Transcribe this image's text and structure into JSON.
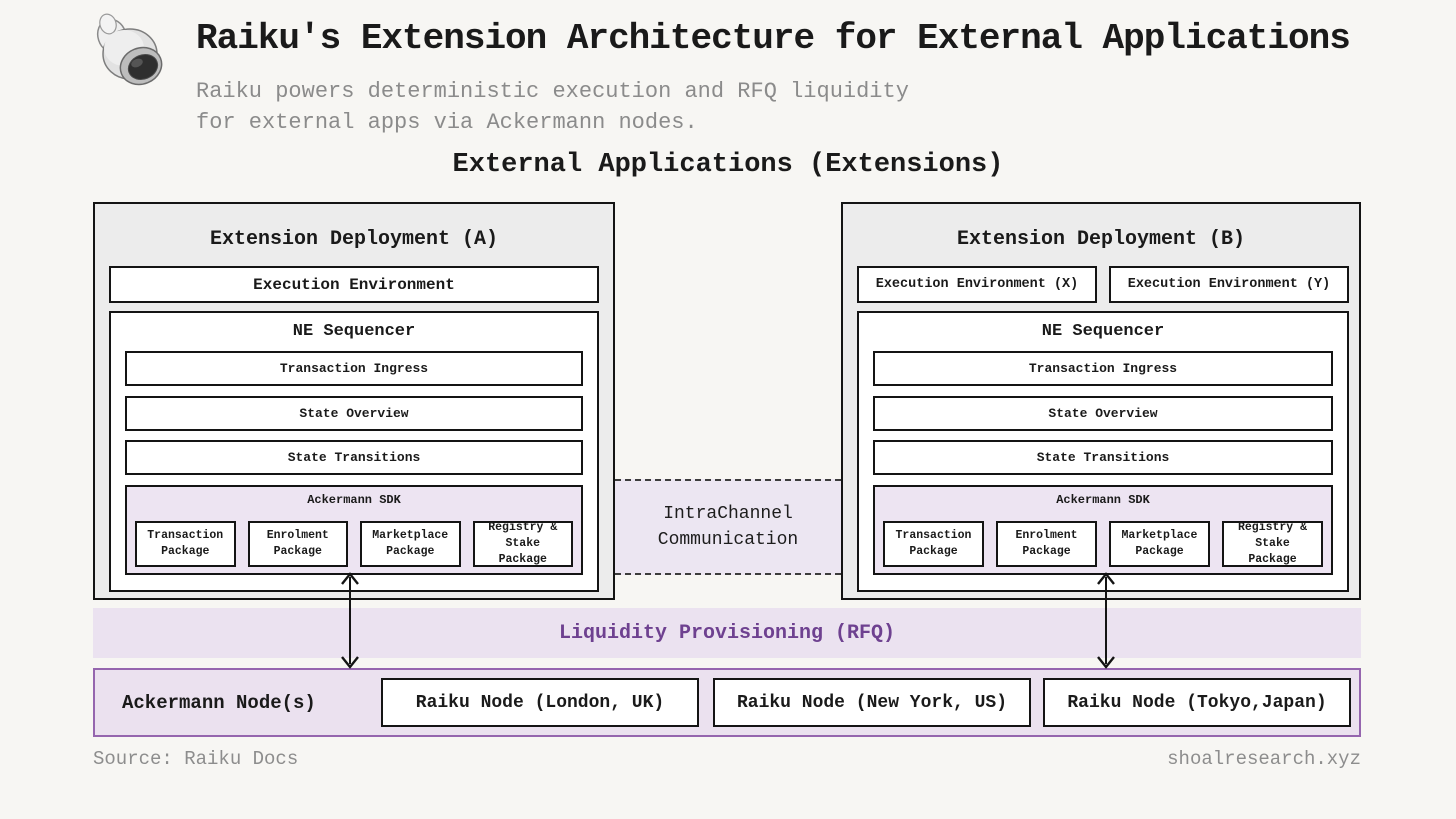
{
  "header": {
    "logo": "shell-logo",
    "title": "Raiku's Extension Architecture for External Applications",
    "subtitle": "Raiku powers deterministic execution and RFQ liquidity\nfor external apps via Ackermann nodes."
  },
  "section_heading": "External Applications (Extensions)",
  "deployments": [
    {
      "title": "Extension Deployment (A)",
      "execution_environments": [
        "Execution Environment"
      ],
      "sequencer": {
        "title": "NE Sequencer",
        "rows": [
          "Transaction Ingress",
          "State Overview",
          "State Transitions"
        ],
        "sdk": {
          "title": "Ackermann SDK",
          "packages": [
            "Transaction Package",
            "Enrolment Package",
            "Marketplace Package",
            "Registry & Stake Package"
          ]
        }
      }
    },
    {
      "title": "Extension Deployment (B)",
      "execution_environments": [
        "Execution Environment (X)",
        "Execution Environment (Y)"
      ],
      "sequencer": {
        "title": "NE Sequencer",
        "rows": [
          "Transaction Ingress",
          "State Overview",
          "State Transitions"
        ],
        "sdk": {
          "title": "Ackermann SDK",
          "packages": [
            "Transaction Package",
            "Enrolment Package",
            "Marketplace Package",
            "Registry & Stake Package"
          ]
        }
      }
    }
  ],
  "intrachannel": {
    "line1": "IntraChannel",
    "line2": "Communication"
  },
  "liquidity_band": {
    "label": "Liquidity Provisioning (RFQ)"
  },
  "node_row": {
    "label": "Ackermann Node(s)",
    "nodes": [
      "Raiku Node (London, UK)",
      "Raiku Node (New York, US)",
      "Raiku Node (Tokyo,Japan)"
    ]
  },
  "footer": {
    "source": "Source: Raiku Docs",
    "site": "shoalresearch.xyz"
  },
  "colors": {
    "background": "#f7f6f3",
    "box_gray": "#ececec",
    "ink": "#141414",
    "sdk_lavender": "#ede4f2",
    "intrachannel_fill": "#ece6f2",
    "band_fill": "#ebe2f0",
    "band_text": "#6e4190",
    "node_row_fill": "#ebe1ef",
    "node_row_border": "#9565ae",
    "muted_text": "#8b8b8b"
  }
}
